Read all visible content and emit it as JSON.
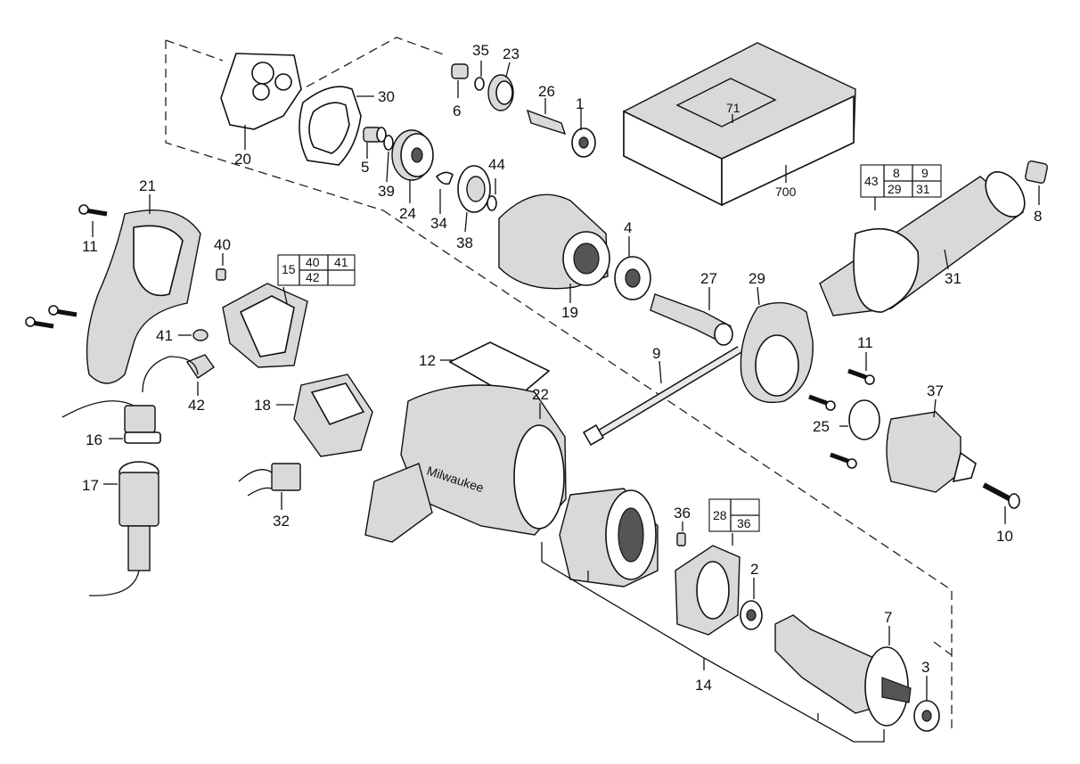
{
  "callouts": {
    "c1": "1",
    "c2": "2",
    "c3": "3",
    "c4": "4",
    "c5": "5",
    "c6": "6",
    "c7": "7",
    "c8": "8",
    "c9": "9",
    "c10": "10",
    "c11a": "11",
    "c11b": "11",
    "c12": "12",
    "c14": "14",
    "c16": "16",
    "c17": "17",
    "c18": "18",
    "c19": "19",
    "c20": "20",
    "c21": "21",
    "c22": "22",
    "c23": "23",
    "c24": "24",
    "c25": "25",
    "c26": "26",
    "c27": "27",
    "c29": "29",
    "c30": "30",
    "c31": "31",
    "c32": "32",
    "c34": "34",
    "c35": "35",
    "c36": "36",
    "c37": "37",
    "c38": "38",
    "c39": "39",
    "c40": "40",
    "c41": "41",
    "c42": "42",
    "c44": "44",
    "c71": "71",
    "c700": "700"
  },
  "kit_tables": {
    "t15": {
      "id": "15",
      "r1": [
        "40",
        "41"
      ],
      "r2": [
        "42",
        ""
      ]
    },
    "t43": {
      "id": "43",
      "r1": [
        "8",
        "9"
      ],
      "r2": [
        "29",
        "31"
      ]
    },
    "t28": {
      "id": "28",
      "r1": [
        ""
      ],
      "r2": [
        "36"
      ]
    }
  },
  "brand_mark": "Milwaukee"
}
